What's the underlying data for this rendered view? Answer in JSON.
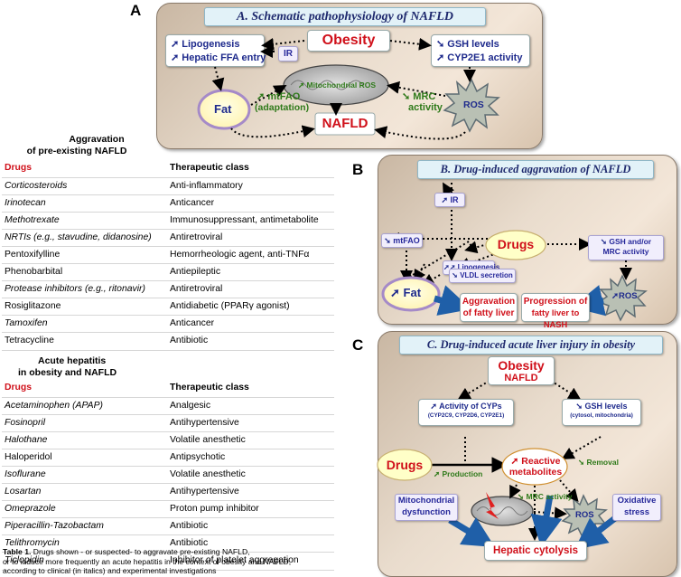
{
  "panel_a": {
    "letter": "A",
    "title": "A. Schematic pathophysiology of NAFLD",
    "obesity": "Obesity",
    "lipogenesis": "Lipogenesis",
    "ffa": "Hepatic FFA entry",
    "ir": "IR",
    "gsh": "GSH levels",
    "cyp2e1": "CYP2E1 activity",
    "fat": "Fat",
    "mito_ros": "Mitochondrial ROS",
    "ros": "ROS",
    "mtfao": "mtFAO",
    "adaptation": "(adaptation)",
    "mrc": "MRC",
    "activity": "activity",
    "nafld": "NAFLD"
  },
  "panel_b": {
    "letter": "B",
    "title": "B. Drug-induced aggravation of NAFLD",
    "ir": "IR",
    "mtfao": "mtFAO",
    "drugs": "Drugs",
    "gsh": "GSH and/or",
    "mrc": "MRC activity",
    "lipogenesis": "Lipogenesis",
    "vldl": "VLDL secretion",
    "fat": "Fat",
    "ros": "ROS",
    "aggr1": "Aggravation",
    "aggr2": "of fatty liver",
    "prog1": "Progression of",
    "prog2": "fatty liver to NASH"
  },
  "panel_c": {
    "letter": "C",
    "title": "C. Drug-induced acute liver injury in obesity",
    "obesity": "Obesity",
    "nafld": "NAFLD",
    "cyp1": "Activity of CYPs",
    "cyp2": "(CYP2C9, CYP2D6, CYP2E1)",
    "gsh1": "GSH levels",
    "gsh2": "(cytosol, mitochondria)",
    "drugs": "Drugs",
    "reactive1": "Reactive",
    "reactive2": "metabolites",
    "production": "Production",
    "removal": "Removal",
    "mrc": "MRC activity",
    "mito1": "Mitochondrial",
    "mito2": "dysfunction",
    "ros": "ROS",
    "ox1": "Oxidative",
    "ox2": "stress",
    "cytolysis": "Hepatic cytolysis"
  },
  "table1": {
    "title1": "Aggravation",
    "title2": "of pre-existing NAFLD",
    "headers": [
      "Drugs",
      "Therapeutic class"
    ],
    "rows": [
      [
        "Corticosteroids",
        "Anti-inflammatory"
      ],
      [
        "Irinotecan",
        "Anticancer"
      ],
      [
        "Methotrexate",
        "Immunosuppressant, antimetabolite"
      ],
      [
        "NRTIs (e.g., stavudine, didanosine)",
        "Antiretroviral"
      ],
      [
        "Pentoxifylline",
        "Hemorrheologic agent, anti-TNFα"
      ],
      [
        "Phenobarbital",
        "Antiepileptic"
      ],
      [
        "Protease inhibitors (e.g., ritonavir)",
        "Antiretroviral"
      ],
      [
        "Rosiglitazone",
        "Antidiabetic (PPARγ agonist)"
      ],
      [
        "Tamoxifen",
        "Anticancer"
      ],
      [
        "Tetracycline",
        "Antibiotic"
      ]
    ]
  },
  "table2": {
    "title1": "Acute hepatitis",
    "title2": "in obesity and NAFLD",
    "headers": [
      "Drugs",
      "Therapeutic class"
    ],
    "rows": [
      [
        "Acetaminophen (APAP)",
        "Analgesic"
      ],
      [
        "Fosinopril",
        "Antihypertensive"
      ],
      [
        "Halothane",
        "Volatile anesthetic"
      ],
      [
        "Haloperidol",
        "Antipsychotic"
      ],
      [
        "Isoflurane",
        "Volatile anesthetic"
      ],
      [
        "Losartan",
        "Antihypertensive"
      ],
      [
        "Omeprazole",
        "Proton pump inhibitor"
      ],
      [
        "Piperacillin-Tazobactam",
        "Antibiotic"
      ],
      [
        "Telithromycin",
        "Antibiotic"
      ],
      [
        "Ticlopidin",
        "Inhibitor of platelet aggregation"
      ]
    ]
  },
  "caption": {
    "line1": "Table 1.  Drugs shown - or suspected- to aggravate pre-existing NAFLD,",
    "line2": "or to induce more frequently an acute hepatitis in the context of obesity and NAFLD,",
    "line3": "according to clinical (in italics) and experimental investigations"
  }
}
